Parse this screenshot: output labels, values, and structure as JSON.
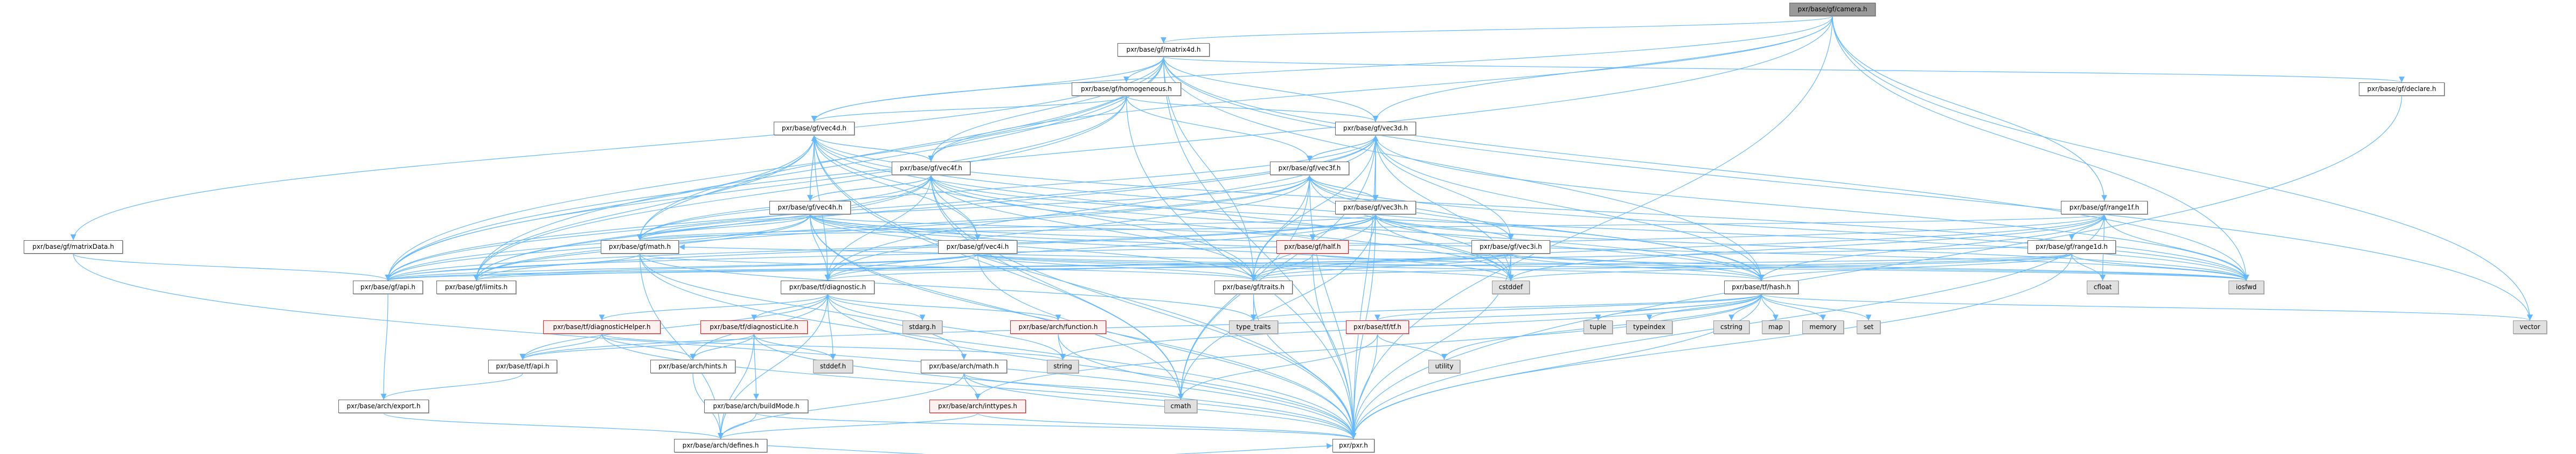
{
  "graph": {
    "title": "pxr/base/gf/camera.h",
    "edge_color": "#63b8ff",
    "nodes": [
      {
        "id": "camera",
        "label": "pxr/base/gf/camera.h",
        "kind": "root"
      },
      {
        "id": "matrix4d",
        "label": "pxr/base/gf/matrix4d.h",
        "kind": "file"
      },
      {
        "id": "homogeneous",
        "label": "pxr/base/gf/homogeneous.h",
        "kind": "file"
      },
      {
        "id": "declare",
        "label": "pxr/base/gf/declare.h",
        "kind": "file"
      },
      {
        "id": "matrixData",
        "label": "pxr/base/gf/matrixData.h",
        "kind": "file"
      },
      {
        "id": "vec4d",
        "label": "pxr/base/gf/vec4d.h",
        "kind": "file"
      },
      {
        "id": "vec3d",
        "label": "pxr/base/gf/vec3d.h",
        "kind": "file"
      },
      {
        "id": "vec4f",
        "label": "pxr/base/gf/vec4f.h",
        "kind": "file"
      },
      {
        "id": "vec3f",
        "label": "pxr/base/gf/vec3f.h",
        "kind": "file"
      },
      {
        "id": "range1f",
        "label": "pxr/base/gf/range1f.h",
        "kind": "file"
      },
      {
        "id": "vec4h",
        "label": "pxr/base/gf/vec4h.h",
        "kind": "file"
      },
      {
        "id": "vec3h",
        "label": "pxr/base/gf/vec3h.h",
        "kind": "file"
      },
      {
        "id": "range1d",
        "label": "pxr/base/gf/range1d.h",
        "kind": "file"
      },
      {
        "id": "math",
        "label": "pxr/base/gf/math.h",
        "kind": "file"
      },
      {
        "id": "half",
        "label": "pxr/base/gf/half.h",
        "kind": "red"
      },
      {
        "id": "vec4i",
        "label": "pxr/base/gf/vec4i.h",
        "kind": "file"
      },
      {
        "id": "vec3i",
        "label": "pxr/base/gf/vec3i.h",
        "kind": "file"
      },
      {
        "id": "api",
        "label": "pxr/base/gf/api.h",
        "kind": "file"
      },
      {
        "id": "limits",
        "label": "pxr/base/gf/limits.h",
        "kind": "file"
      },
      {
        "id": "diagnostic",
        "label": "pxr/base/tf/diagnostic.h",
        "kind": "file"
      },
      {
        "id": "traits",
        "label": "pxr/base/gf/traits.h",
        "kind": "file"
      },
      {
        "id": "cstddef",
        "label": "cstddef",
        "kind": "sys"
      },
      {
        "id": "hash",
        "label": "pxr/base/tf/hash.h",
        "kind": "file"
      },
      {
        "id": "cfloat",
        "label": "cfloat",
        "kind": "sys"
      },
      {
        "id": "iosfwd",
        "label": "iosfwd",
        "kind": "sys"
      },
      {
        "id": "diagnosticHelper",
        "label": "pxr/base/tf/diagnosticHelper.h",
        "kind": "red"
      },
      {
        "id": "diagnosticLite",
        "label": "pxr/base/tf/diagnosticLite.h",
        "kind": "red"
      },
      {
        "id": "stdarg",
        "label": "stdarg.h",
        "kind": "sys"
      },
      {
        "id": "function",
        "label": "pxr/base/arch/function.h",
        "kind": "red"
      },
      {
        "id": "type_traits",
        "label": "type_traits",
        "kind": "sys"
      },
      {
        "id": "tf",
        "label": "pxr/base/tf/tf.h",
        "kind": "red"
      },
      {
        "id": "tuple",
        "label": "tuple",
        "kind": "sys"
      },
      {
        "id": "typeindex",
        "label": "typeindex",
        "kind": "sys"
      },
      {
        "id": "cstring",
        "label": "cstring",
        "kind": "sys"
      },
      {
        "id": "map",
        "label": "map",
        "kind": "sys"
      },
      {
        "id": "memory",
        "label": "memory",
        "kind": "sys"
      },
      {
        "id": "set",
        "label": "set",
        "kind": "sys"
      },
      {
        "id": "vector",
        "label": "vector",
        "kind": "sys"
      },
      {
        "id": "tfapi",
        "label": "pxr/base/tf/api.h",
        "kind": "file"
      },
      {
        "id": "hints",
        "label": "pxr/base/arch/hints.h",
        "kind": "file"
      },
      {
        "id": "stddef",
        "label": "stddef.h",
        "kind": "sys"
      },
      {
        "id": "archmath",
        "label": "pxr/base/arch/math.h",
        "kind": "file"
      },
      {
        "id": "string",
        "label": "string",
        "kind": "sys"
      },
      {
        "id": "utility",
        "label": "utility",
        "kind": "sys"
      },
      {
        "id": "export",
        "label": "pxr/base/arch/export.h",
        "kind": "file"
      },
      {
        "id": "buildMode",
        "label": "pxr/base/arch/buildMode.h",
        "kind": "file"
      },
      {
        "id": "inttypes",
        "label": "pxr/base/arch/inttypes.h",
        "kind": "red"
      },
      {
        "id": "cmath",
        "label": "cmath",
        "kind": "sys"
      },
      {
        "id": "defines",
        "label": "pxr/base/arch/defines.h",
        "kind": "file"
      },
      {
        "id": "pxr",
        "label": "pxr/pxr.h",
        "kind": "file"
      }
    ],
    "edges": [
      [
        "camera",
        "pxr"
      ],
      [
        "camera",
        "api"
      ],
      [
        "camera",
        "matrix4d"
      ],
      [
        "camera",
        "range1f"
      ],
      [
        "camera",
        "vec3d"
      ],
      [
        "camera",
        "vec4f"
      ],
      [
        "camera",
        "vec4d"
      ],
      [
        "camera",
        "vector"
      ],
      [
        "camera",
        "iosfwd"
      ],
      [
        "matrix4d",
        "pxr"
      ],
      [
        "matrix4d",
        "api"
      ],
      [
        "matrix4d",
        "declare"
      ],
      [
        "matrix4d",
        "matrixData"
      ],
      [
        "matrix4d",
        "vec4d"
      ],
      [
        "matrix4d",
        "vec4f"
      ],
      [
        "matrix4d",
        "vec3d"
      ],
      [
        "matrix4d",
        "homogeneous"
      ],
      [
        "matrix4d",
        "limits"
      ],
      [
        "matrix4d",
        "math"
      ],
      [
        "matrix4d",
        "hash"
      ],
      [
        "matrix4d",
        "traits"
      ],
      [
        "matrix4d",
        "iosfwd"
      ],
      [
        "matrix4d",
        "vector"
      ],
      [
        "homogeneous",
        "pxr"
      ],
      [
        "homogeneous",
        "api"
      ],
      [
        "homogeneous",
        "limits"
      ],
      [
        "homogeneous",
        "vec3d"
      ],
      [
        "homogeneous",
        "vec3f"
      ],
      [
        "homogeneous",
        "vec4d"
      ],
      [
        "homogeneous",
        "vec4f"
      ],
      [
        "declare",
        "pxr"
      ],
      [
        "matrixData",
        "api"
      ],
      [
        "matrixData",
        "pxr"
      ],
      [
        "vec4d",
        "pxr"
      ],
      [
        "vec4d",
        "api"
      ],
      [
        "vec4d",
        "limits"
      ],
      [
        "vec4d",
        "traits"
      ],
      [
        "vec4d",
        "math"
      ],
      [
        "vec4d",
        "hash"
      ],
      [
        "vec4d",
        "diagnostic"
      ],
      [
        "vec4d",
        "cstddef"
      ],
      [
        "vec4d",
        "cmath"
      ],
      [
        "vec4d",
        "iosfwd"
      ],
      [
        "vec4d",
        "vec4f"
      ],
      [
        "vec4d",
        "vec4h"
      ],
      [
        "vec4d",
        "vec4i"
      ],
      [
        "vec4f",
        "pxr"
      ],
      [
        "vec4f",
        "api"
      ],
      [
        "vec4f",
        "limits"
      ],
      [
        "vec4f",
        "traits"
      ],
      [
        "vec4f",
        "math"
      ],
      [
        "vec4f",
        "hash"
      ],
      [
        "vec4f",
        "diagnostic"
      ],
      [
        "vec4f",
        "cstddef"
      ],
      [
        "vec4f",
        "cmath"
      ],
      [
        "vec4f",
        "iosfwd"
      ],
      [
        "vec4f",
        "vec4d"
      ],
      [
        "vec4f",
        "vec4h"
      ],
      [
        "vec4f",
        "vec4i"
      ],
      [
        "vec4h",
        "pxr"
      ],
      [
        "vec4h",
        "api"
      ],
      [
        "vec4h",
        "limits"
      ],
      [
        "vec4h",
        "traits"
      ],
      [
        "vec4h",
        "math"
      ],
      [
        "vec4h",
        "half"
      ],
      [
        "vec4h",
        "hash"
      ],
      [
        "vec4h",
        "diagnostic"
      ],
      [
        "vec4h",
        "cstddef"
      ],
      [
        "vec4h",
        "cmath"
      ],
      [
        "vec4h",
        "iosfwd"
      ],
      [
        "vec4h",
        "vec4d"
      ],
      [
        "vec4h",
        "vec4f"
      ],
      [
        "vec4h",
        "vec4i"
      ],
      [
        "vec4i",
        "pxr"
      ],
      [
        "vec4i",
        "api"
      ],
      [
        "vec4i",
        "limits"
      ],
      [
        "vec4i",
        "traits"
      ],
      [
        "vec4i",
        "hash"
      ],
      [
        "vec4i",
        "diagnostic"
      ],
      [
        "vec4i",
        "cstddef"
      ],
      [
        "vec4i",
        "iosfwd"
      ],
      [
        "vec3d",
        "pxr"
      ],
      [
        "vec3d",
        "api"
      ],
      [
        "vec3d",
        "limits"
      ],
      [
        "vec3d",
        "traits"
      ],
      [
        "vec3d",
        "math"
      ],
      [
        "vec3d",
        "hash"
      ],
      [
        "vec3d",
        "diagnostic"
      ],
      [
        "vec3d",
        "cstddef"
      ],
      [
        "vec3d",
        "cmath"
      ],
      [
        "vec3d",
        "iosfwd"
      ],
      [
        "vec3d",
        "vec3f"
      ],
      [
        "vec3d",
        "vec3h"
      ],
      [
        "vec3d",
        "vec3i"
      ],
      [
        "vec3f",
        "pxr"
      ],
      [
        "vec3f",
        "api"
      ],
      [
        "vec3f",
        "limits"
      ],
      [
        "vec3f",
        "traits"
      ],
      [
        "vec3f",
        "math"
      ],
      [
        "vec3f",
        "hash"
      ],
      [
        "vec3f",
        "diagnostic"
      ],
      [
        "vec3f",
        "cstddef"
      ],
      [
        "vec3f",
        "cmath"
      ],
      [
        "vec3f",
        "iosfwd"
      ],
      [
        "vec3f",
        "vec3d"
      ],
      [
        "vec3f",
        "vec3h"
      ],
      [
        "vec3f",
        "vec3i"
      ],
      [
        "vec3h",
        "pxr"
      ],
      [
        "vec3h",
        "api"
      ],
      [
        "vec3h",
        "limits"
      ],
      [
        "vec3h",
        "traits"
      ],
      [
        "vec3h",
        "math"
      ],
      [
        "vec3h",
        "half"
      ],
      [
        "vec3h",
        "hash"
      ],
      [
        "vec3h",
        "diagnostic"
      ],
      [
        "vec3h",
        "cstddef"
      ],
      [
        "vec3h",
        "cmath"
      ],
      [
        "vec3h",
        "iosfwd"
      ],
      [
        "vec3h",
        "vec3d"
      ],
      [
        "vec3h",
        "vec3f"
      ],
      [
        "vec3h",
        "vec3i"
      ],
      [
        "vec3i",
        "pxr"
      ],
      [
        "vec3i",
        "api"
      ],
      [
        "vec3i",
        "limits"
      ],
      [
        "vec3i",
        "traits"
      ],
      [
        "vec3i",
        "hash"
      ],
      [
        "vec3i",
        "diagnostic"
      ],
      [
        "vec3i",
        "cstddef"
      ],
      [
        "vec3i",
        "iosfwd"
      ],
      [
        "range1f",
        "pxr"
      ],
      [
        "range1f",
        "api"
      ],
      [
        "range1f",
        "traits"
      ],
      [
        "range1f",
        "math"
      ],
      [
        "range1f",
        "hash"
      ],
      [
        "range1f",
        "cfloat"
      ],
      [
        "range1f",
        "cstddef"
      ],
      [
        "range1f",
        "iosfwd"
      ],
      [
        "range1f",
        "range1d"
      ],
      [
        "range1d",
        "pxr"
      ],
      [
        "range1d",
        "api"
      ],
      [
        "range1d",
        "traits"
      ],
      [
        "range1d",
        "math"
      ],
      [
        "range1d",
        "hash"
      ],
      [
        "range1d",
        "cfloat"
      ],
      [
        "range1d",
        "cstddef"
      ],
      [
        "range1d",
        "iosfwd"
      ],
      [
        "range1d",
        "range1f"
      ],
      [
        "math",
        "pxr"
      ],
      [
        "math",
        "archmath"
      ],
      [
        "math",
        "api"
      ],
      [
        "math",
        "defines"
      ],
      [
        "math",
        "traits"
      ],
      [
        "math",
        "type_traits"
      ],
      [
        "half",
        "pxr"
      ],
      [
        "half",
        "traits"
      ],
      [
        "half",
        "iosfwd"
      ],
      [
        "api",
        "export"
      ],
      [
        "tfapi",
        "export"
      ],
      [
        "export",
        "defines"
      ],
      [
        "traits",
        "type_traits"
      ],
      [
        "traits",
        "pxr"
      ],
      [
        "diagnostic",
        "pxr"
      ],
      [
        "diagnostic",
        "tfapi"
      ],
      [
        "diagnostic",
        "diagnosticHelper"
      ],
      [
        "diagnostic",
        "diagnosticLite"
      ],
      [
        "diagnostic",
        "function"
      ],
      [
        "diagnostic",
        "hints"
      ],
      [
        "diagnostic",
        "stdarg"
      ],
      [
        "diagnostic",
        "stddef"
      ],
      [
        "diagnostic",
        "string"
      ],
      [
        "diagnostic",
        "defines"
      ],
      [
        "diagnosticHelper",
        "tfapi"
      ],
      [
        "diagnosticHelper",
        "pxr"
      ],
      [
        "diagnosticHelper",
        "hints"
      ],
      [
        "diagnosticHelper",
        "string"
      ],
      [
        "diagnosticLite",
        "pxr"
      ],
      [
        "diagnosticLite",
        "tfapi"
      ],
      [
        "diagnosticLite",
        "hints"
      ],
      [
        "diagnosticLite",
        "buildMode"
      ],
      [
        "diagnosticLite",
        "defines"
      ],
      [
        "diagnosticLite",
        "stddef"
      ],
      [
        "function",
        "string"
      ],
      [
        "function",
        "pxr"
      ],
      [
        "tf",
        "pxr"
      ],
      [
        "tf",
        "utility"
      ],
      [
        "tf",
        "cmath"
      ],
      [
        "hash",
        "pxr"
      ],
      [
        "hash",
        "tf"
      ],
      [
        "hash",
        "tfapi"
      ],
      [
        "hash",
        "inttypes"
      ],
      [
        "hash",
        "cstring"
      ],
      [
        "hash",
        "map"
      ],
      [
        "hash",
        "memory"
      ],
      [
        "hash",
        "set"
      ],
      [
        "hash",
        "string"
      ],
      [
        "hash",
        "tuple"
      ],
      [
        "hash",
        "typeindex"
      ],
      [
        "hash",
        "type_traits"
      ],
      [
        "hash",
        "utility"
      ],
      [
        "hash",
        "vector"
      ],
      [
        "archmath",
        "pxr"
      ],
      [
        "archmath",
        "defines"
      ],
      [
        "archmath",
        "inttypes"
      ],
      [
        "archmath",
        "cmath"
      ],
      [
        "hints",
        "defines"
      ],
      [
        "buildMode",
        "defines"
      ],
      [
        "buildMode",
        "pxr"
      ],
      [
        "inttypes",
        "defines"
      ],
      [
        "inttypes",
        "pxr"
      ],
      [
        "defines",
        "pxr"
      ]
    ]
  }
}
